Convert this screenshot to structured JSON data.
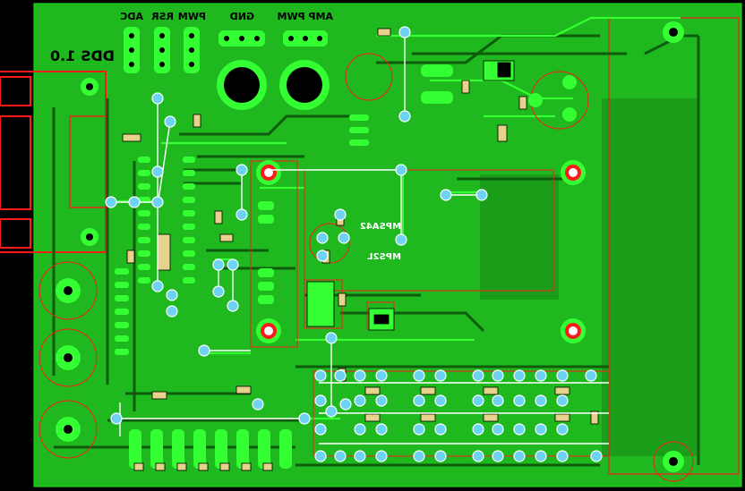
{
  "board": {
    "title": "DDS 1.0",
    "colors": {
      "background": "#000000",
      "copper": "#22c722",
      "copper_bright": "#33ff33",
      "silkscreen_red": "#ff1a1a",
      "via": "#6ed3f2"
    }
  },
  "headers": [
    {
      "label": "ADC"
    },
    {
      "label": "RSR"
    },
    {
      "label": "PWM"
    },
    {
      "label": "GND"
    },
    {
      "label": "AMP PWM"
    }
  ],
  "components": [
    {
      "label": "MPSA42"
    },
    {
      "label": "MPS2L"
    }
  ]
}
